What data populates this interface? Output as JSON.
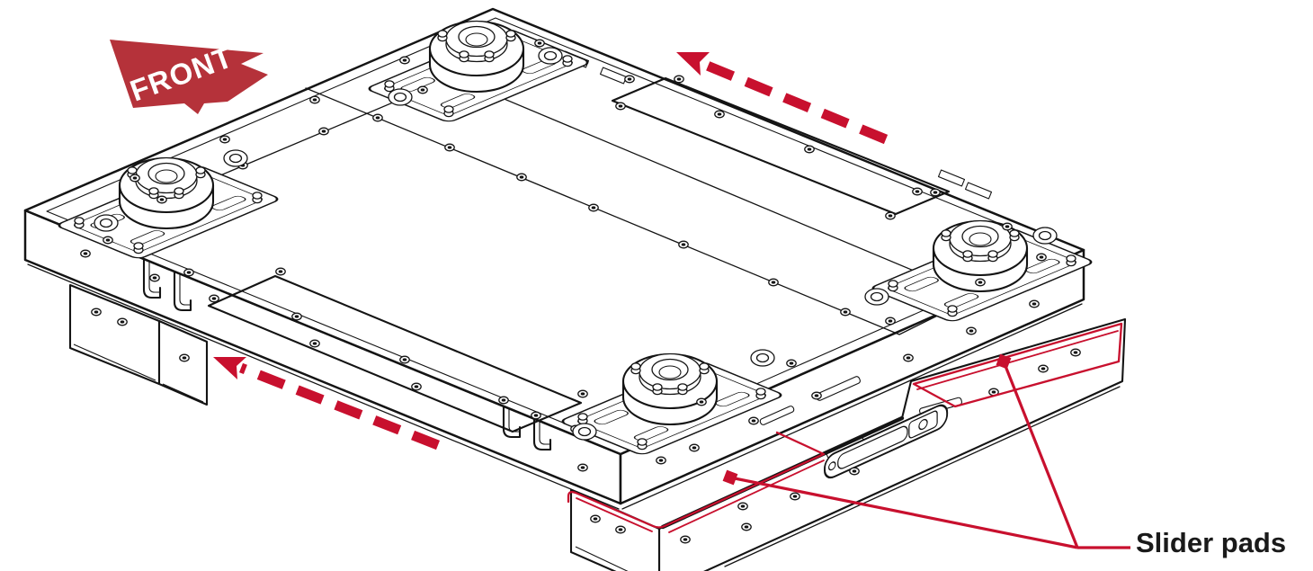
{
  "labels": {
    "front": "FRONT",
    "slider_pads": "Slider pads"
  },
  "colors": {
    "accent": "#c8102e",
    "front_arrow": "#b5323a",
    "ink": "#141414",
    "background": "#ffffff",
    "label_text": "#1a1a1a"
  },
  "icons": {
    "front_arrow": "front-direction-arrow",
    "slide_arrow": "dashed-slide-direction-arrow",
    "callout_marker": "square-callout-marker",
    "screw": "screw-head",
    "countersink": "countersunk-hole"
  }
}
